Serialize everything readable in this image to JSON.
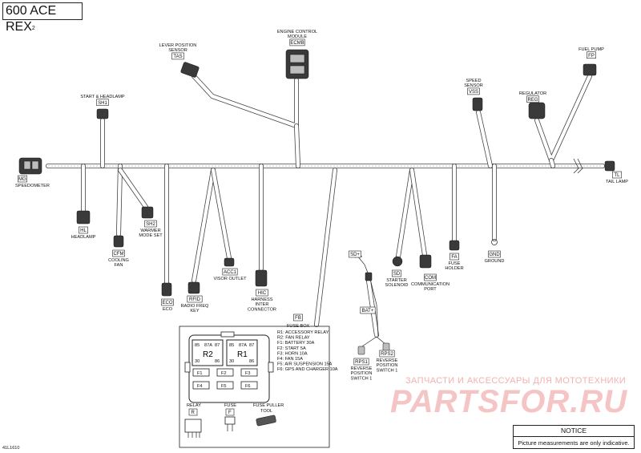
{
  "title": {
    "main": "600 ACE REX",
    "sup": "2"
  },
  "components": [
    {
      "key": "mg",
      "code": "MG",
      "lines": [
        "SPEEDOMETER"
      ]
    },
    {
      "key": "sh1",
      "code": "SH1",
      "lines": [
        "START & HEADLAMP"
      ]
    },
    {
      "key": "tas",
      "code": "TAS",
      "lines": [
        "LEVER POSITION",
        "SENSOR"
      ]
    },
    {
      "key": "ecmb",
      "code": "ECMB",
      "lines": [
        "ENGINE CONTROL",
        "MODULE"
      ]
    },
    {
      "key": "vss",
      "code": "VSS",
      "lines": [
        "SPEED",
        "SENSOR"
      ]
    },
    {
      "key": "reg",
      "code": "REG",
      "lines": [
        "REGULATOR"
      ]
    },
    {
      "key": "fp",
      "code": "FP",
      "lines": [
        "FUEL PUMP"
      ]
    },
    {
      "key": "tl",
      "code": "TL",
      "lines": [
        "TAIL LAMP"
      ]
    },
    {
      "key": "hl",
      "code": "HL",
      "lines": [
        "HEADLAMP"
      ]
    },
    {
      "key": "cfm",
      "code": "CFM",
      "lines": [
        "COOLING",
        "FAN"
      ]
    },
    {
      "key": "sh2",
      "code": "SH2",
      "lines": [
        "WARMER",
        "MODE SET"
      ]
    },
    {
      "key": "eco",
      "code": "ECO",
      "lines": [
        "ECO"
      ]
    },
    {
      "key": "rfid",
      "code": "RFID",
      "lines": [
        "RADIO FREQ",
        "KEY"
      ]
    },
    {
      "key": "acc1",
      "code": "ACC1",
      "lines": [
        "VISOR OUTLET"
      ]
    },
    {
      "key": "hic",
      "code": "HIC",
      "lines": [
        "HARNESS",
        "INTER",
        "CONNECTOR"
      ]
    },
    {
      "key": "fb",
      "code": "FB",
      "lines": [
        "FUSE BOX"
      ]
    },
    {
      "key": "sdp",
      "code": "SD+",
      "lines": []
    },
    {
      "key": "sd",
      "code": "SD",
      "lines": [
        "STARTER",
        "SOLENOID"
      ]
    },
    {
      "key": "com",
      "code": "COM",
      "lines": [
        "COMMUNICATION",
        "PORT"
      ]
    },
    {
      "key": "fa",
      "code": "FA",
      "lines": [
        "FUSE",
        "HOLDER"
      ]
    },
    {
      "key": "gnd",
      "code": "GND",
      "lines": [
        "GROUND"
      ]
    },
    {
      "key": "batp",
      "code": "BAT+",
      "lines": []
    },
    {
      "key": "rps1",
      "code": "RPS1",
      "lines": [
        "REVERSE",
        "POSITION",
        "SWITCH 1"
      ]
    },
    {
      "key": "rps2",
      "code": "RPS2",
      "lines": [
        "REVERSE",
        "POSITION",
        "SWITCH 1"
      ]
    }
  ],
  "fusebox": {
    "legend": [
      "R1: ACCESSORY RELAY",
      "R2: FAN RELAY",
      "F1: BATTERY 30A",
      "F2: START 5A",
      "F3: HORN 10A",
      "F4: FAN 15A",
      "F5: AIR SUSPENSION 15A",
      "F6: GPS AND CHARGER 10A"
    ],
    "relay_r2": {
      "name": "R2",
      "pins_top": [
        "85",
        "87A",
        "87"
      ],
      "pins_bottom": [
        "30",
        "86"
      ]
    },
    "relay_r1": {
      "name": "R1",
      "pins_top": [
        "85",
        "87A",
        "87"
      ],
      "pins_bottom": [
        "30",
        "86"
      ]
    },
    "fuses_row1": [
      "F1",
      "F2",
      "F3"
    ],
    "fuses_row2": [
      "F4",
      "F5",
      "F6"
    ]
  },
  "parts": [
    {
      "key": "relay",
      "label": "RELAY",
      "code": "R"
    },
    {
      "key": "fuse",
      "label": "FUSE",
      "code": "F"
    },
    {
      "key": "puller",
      "label": "FUSE PULLER\nTOOL",
      "code": ""
    }
  ],
  "watermark": {
    "line1": "ЗАПЧАСТИ И АКСЕССУАРЫ ДЛЯ МОТОТЕХНИКИ",
    "line2": "PARTSFOR.RU"
  },
  "notice": {
    "title": "NOTICE",
    "text": "Picture measurements are only indicative."
  },
  "figure_id": "41L1610"
}
